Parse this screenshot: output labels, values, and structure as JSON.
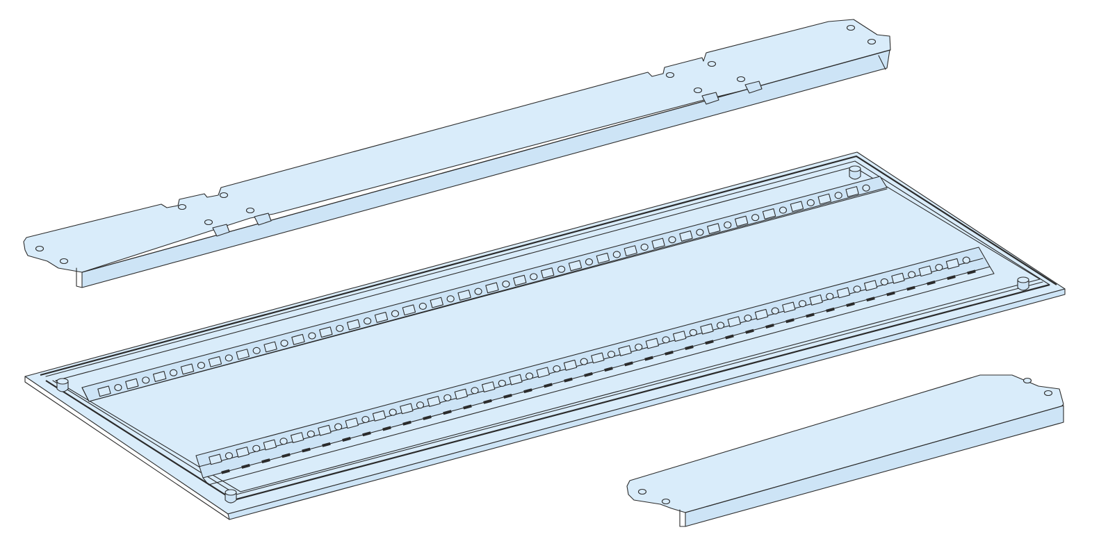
{
  "colors": {
    "part_fill": "#d9ecfa",
    "part_face": "#cde4f6",
    "outline": "#2b2b2b",
    "background": "#ffffff"
  },
  "parts": [
    {
      "name": "upper-cover-plate",
      "icon": "long-cover-plate"
    },
    {
      "name": "gland-base-plate",
      "icon": "base-plate-with-perforated-rails"
    },
    {
      "name": "lower-cover-plate",
      "icon": "short-cover-plate"
    }
  ]
}
